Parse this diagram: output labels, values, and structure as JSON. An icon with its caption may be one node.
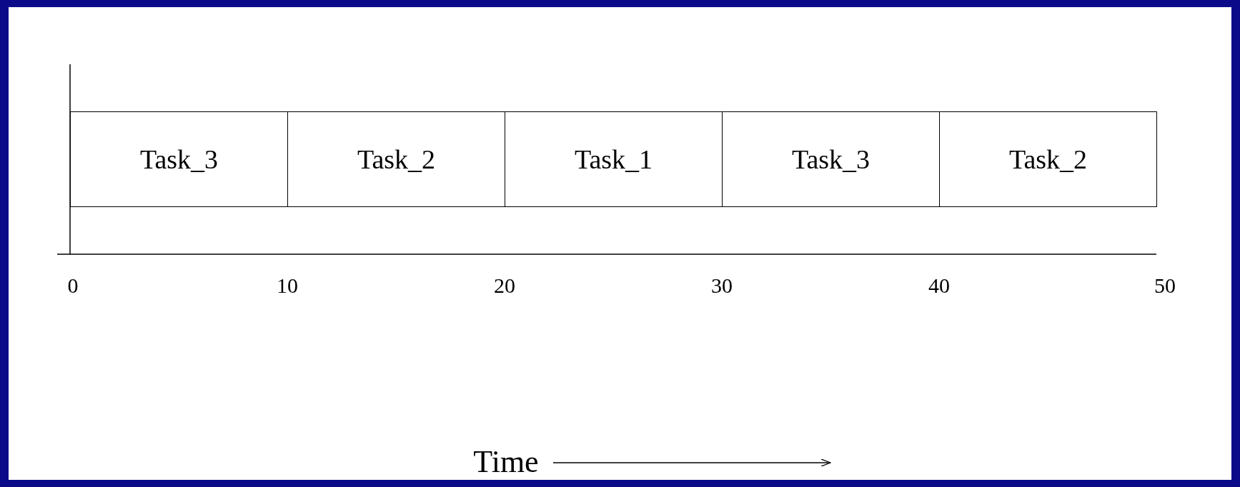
{
  "diagram": {
    "nodes": [
      {
        "text": [
          "Task_3"
        ]
      },
      {
        "text": [
          "Task_2"
        ]
      },
      {
        "text": [
          "Task_1"
        ]
      },
      {
        "text": [
          "Task_3"
        ]
      },
      {
        "text": [
          "Task_2"
        ]
      }
    ],
    "labels": [
      "0",
      "10",
      "20",
      "30",
      "40",
      "50",
      "Time"
    ]
  }
}
